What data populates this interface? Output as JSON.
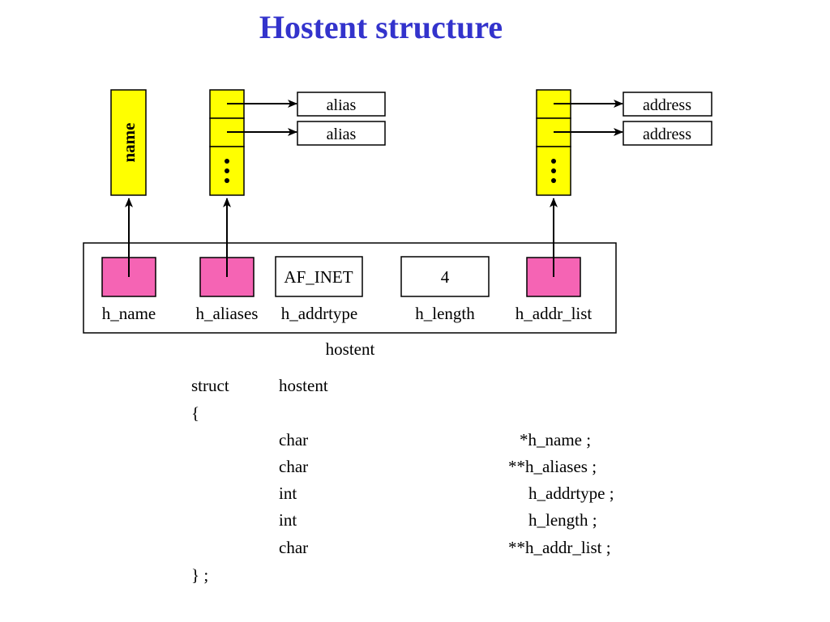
{
  "title": "Hostent structure",
  "colors": {
    "title": "#3333cc",
    "pointer_cell": "#ffff00",
    "struct_field": "#f564b4"
  },
  "diagram": {
    "name_label": "name",
    "aliases": [
      "alias",
      "alias"
    ],
    "addresses": [
      "address",
      "address"
    ],
    "ellipsis": "⋮",
    "fields": [
      {
        "label": "h_name",
        "value": ""
      },
      {
        "label": "h_aliases",
        "value": ""
      },
      {
        "label": "h_addrtype",
        "value": "AF_INET"
      },
      {
        "label": "h_length",
        "value": "4"
      },
      {
        "label": "h_addr_list",
        "value": ""
      }
    ],
    "struct_caption": "hostent"
  },
  "code": {
    "struct_kw": "struct",
    "struct_name": "hostent",
    "open": "{",
    "close": "} ;",
    "members": [
      {
        "type": "char",
        "decl": "*h_name ;"
      },
      {
        "type": "char",
        "decl": "**h_aliases ;"
      },
      {
        "type": "int",
        "decl": "h_addrtype ;"
      },
      {
        "type": "int",
        "decl": "h_length ;"
      },
      {
        "type": "char",
        "decl": "**h_addr_list ;"
      }
    ]
  }
}
